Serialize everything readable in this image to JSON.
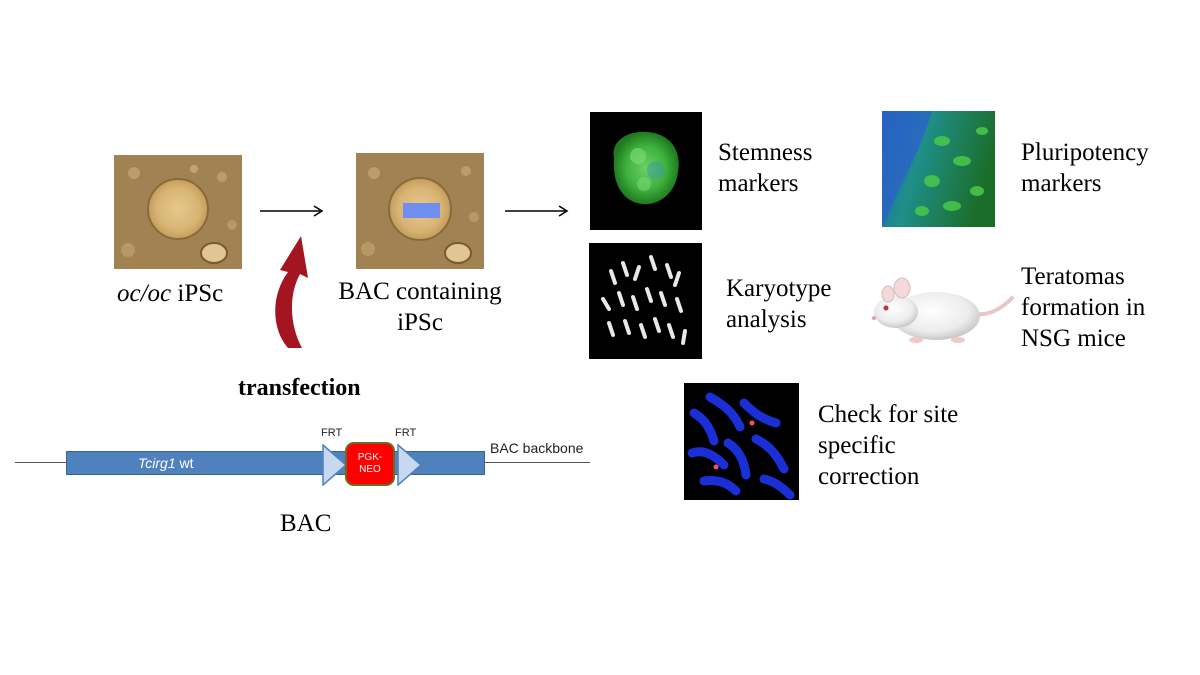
{
  "labels": {
    "parental_italic": "oc/oc",
    "parental_rest": " iPSc",
    "bac_ipsc_line1": "BAC containing",
    "bac_ipsc_line2": "iPSc",
    "transfection": "transfection",
    "stemness_line1": "Stemness",
    "stemness_line2": "markers",
    "pluripotency_line1": "Pluripotency",
    "pluripotency_line2": "markers",
    "karyotype_line1": "Karyotype",
    "karyotype_line2": "analysis",
    "teratomas_line1": "Teratomas",
    "teratomas_line2": "formation in",
    "teratomas_line3": "NSG mice",
    "check_line1": "Check for site",
    "check_line2": "specific",
    "check_line3": "correction",
    "bac_caption": "BAC"
  },
  "construct": {
    "gene_italic": "Tcirg1",
    "gene_rest": " wt",
    "frt_left": "FRT",
    "frt_right": "FRT",
    "cassette_line1": "PGK-",
    "cassette_line2": "NEO",
    "backbone": "BAC backbone"
  },
  "colors": {
    "gene_bar": "#4f81bd",
    "frt_arrow": "#c6d9f1",
    "cassette": "#ff0000",
    "curved_arrow": "#a31621",
    "bac_marker": "#6f8ef0"
  }
}
